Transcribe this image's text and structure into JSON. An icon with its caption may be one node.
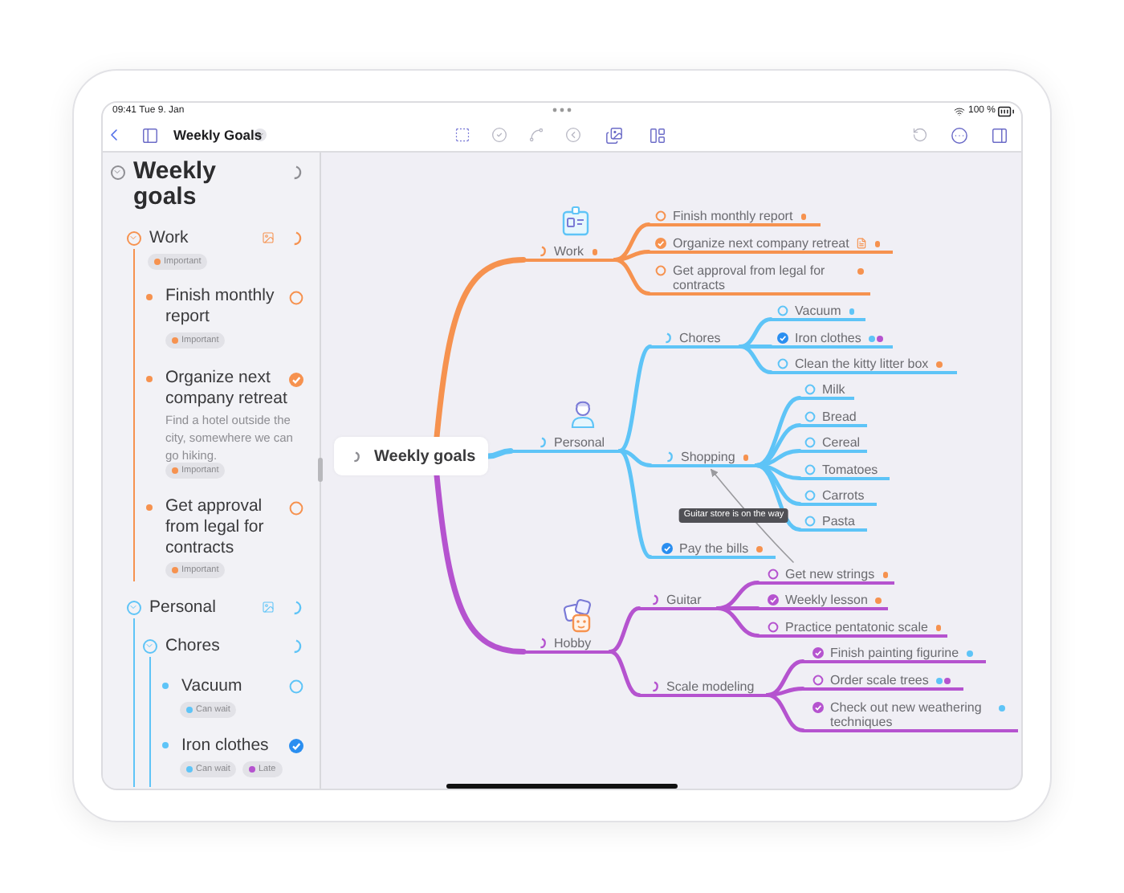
{
  "diagram": {
    "nodes": [
      {
        "text": [
          "Weekly goals"
        ]
      },
      {
        "text": [
          "Work"
        ]
      },
      {
        "text": [
          "Finish monthly report"
        ]
      },
      {
        "text": [
          "Organize next company retreat"
        ]
      },
      {
        "text": [
          "Get approval from legal for contracts"
        ]
      },
      {
        "text": [
          "Personal"
        ]
      },
      {
        "text": [
          "Chores"
        ]
      },
      {
        "text": [
          "Vacuum"
        ]
      },
      {
        "text": [
          "Iron clothes"
        ]
      },
      {
        "text": [
          "Clean the kitty litter box"
        ]
      },
      {
        "text": [
          "Shopping"
        ]
      },
      {
        "text": [
          "Milk"
        ]
      },
      {
        "text": [
          "Bread"
        ]
      },
      {
        "text": [
          "Cereal"
        ]
      },
      {
        "text": [
          "Tomatoes"
        ]
      },
      {
        "text": [
          "Carrots"
        ]
      },
      {
        "text": [
          "Pasta"
        ]
      },
      {
        "text": [
          "Pay the bills"
        ]
      },
      {
        "text": [
          "Hobby"
        ]
      },
      {
        "text": [
          "Guitar"
        ]
      },
      {
        "text": [
          "Get new strings"
        ]
      },
      {
        "text": [
          "Weekly lesson"
        ]
      },
      {
        "text": [
          "Practice pentatonic scale"
        ]
      },
      {
        "text": [
          "Scale modeling"
        ]
      },
      {
        "text": [
          "Finish painting figurine"
        ]
      },
      {
        "text": [
          "Order scale trees"
        ]
      },
      {
        "text": [
          "Check out new weathering techniques"
        ]
      }
    ],
    "edges": [
      {
        "from": 0,
        "to": 1,
        "arrow": "none",
        "color": "#f6924f"
      },
      {
        "from": 1,
        "to": 2,
        "arrow": "none",
        "color": "#f6924f"
      },
      {
        "from": 1,
        "to": 3,
        "arrow": "none",
        "color": "#f6924f"
      },
      {
        "from": 1,
        "to": 4,
        "arrow": "none",
        "color": "#f6924f"
      },
      {
        "from": 0,
        "to": 5,
        "arrow": "none"
      },
      {
        "from": 5,
        "to": 6,
        "arrow": "none"
      },
      {
        "from": 6,
        "to": 7,
        "arrow": "none"
      },
      {
        "from": 6,
        "to": 8,
        "arrow": "none"
      },
      {
        "from": 6,
        "to": 9,
        "arrow": "none"
      },
      {
        "from": 5,
        "to": 10,
        "arrow": "none"
      },
      {
        "from": 10,
        "to": 11,
        "arrow": "none"
      },
      {
        "from": 10,
        "to": 12,
        "arrow": "none"
      },
      {
        "from": 10,
        "to": 13,
        "arrow": "none"
      },
      {
        "from": 10,
        "to": 14,
        "arrow": "none"
      },
      {
        "from": 10,
        "to": 15,
        "arrow": "none"
      },
      {
        "from": 10,
        "to": 16,
        "arrow": "none"
      },
      {
        "from": 5,
        "to": 17,
        "arrow": "none"
      },
      {
        "from": 0,
        "to": 18,
        "arrow": "none",
        "color": "#b553cf"
      },
      {
        "from": 18,
        "to": 19,
        "arrow": "none",
        "color": "#b553cf"
      },
      {
        "from": 19,
        "to": 20,
        "arrow": "none",
        "color": "#b553cf"
      },
      {
        "from": 19,
        "to": 21,
        "arrow": "none",
        "color": "#b553cf"
      },
      {
        "from": 19,
        "to": 22,
        "arrow": "none",
        "color": "#b553cf"
      },
      {
        "from": 18,
        "to": 23,
        "arrow": "none",
        "color": "#b553cf"
      },
      {
        "from": 23,
        "to": 24,
        "arrow": "none",
        "color": "#b553cf"
      },
      {
        "from": 23,
        "to": 25,
        "arrow": "none",
        "color": "#b553cf"
      },
      {
        "from": 23,
        "to": 26,
        "arrow": "none",
        "color": "#b553cf"
      },
      {
        "from": 20,
        "to": 10,
        "arrow": "to",
        "label": "Guitar store is on the way",
        "color": "#9a9a9e"
      }
    ],
    "labels": [
      "09:41 Tue 9. Jan",
      "100 %",
      "Weekly Goals",
      "Weekly goals",
      "Work",
      "Important",
      "Finish monthly report",
      "Important",
      "Organize next company retreat",
      "Find a hotel outside the city, somewhere we can go hiking.",
      "Important",
      "Get approval from legal for contracts",
      "Important",
      "Personal",
      "Chores",
      "Vacuum",
      "Can wait",
      "Iron clothes",
      "Can wait",
      "Late"
    ]
  }
}
